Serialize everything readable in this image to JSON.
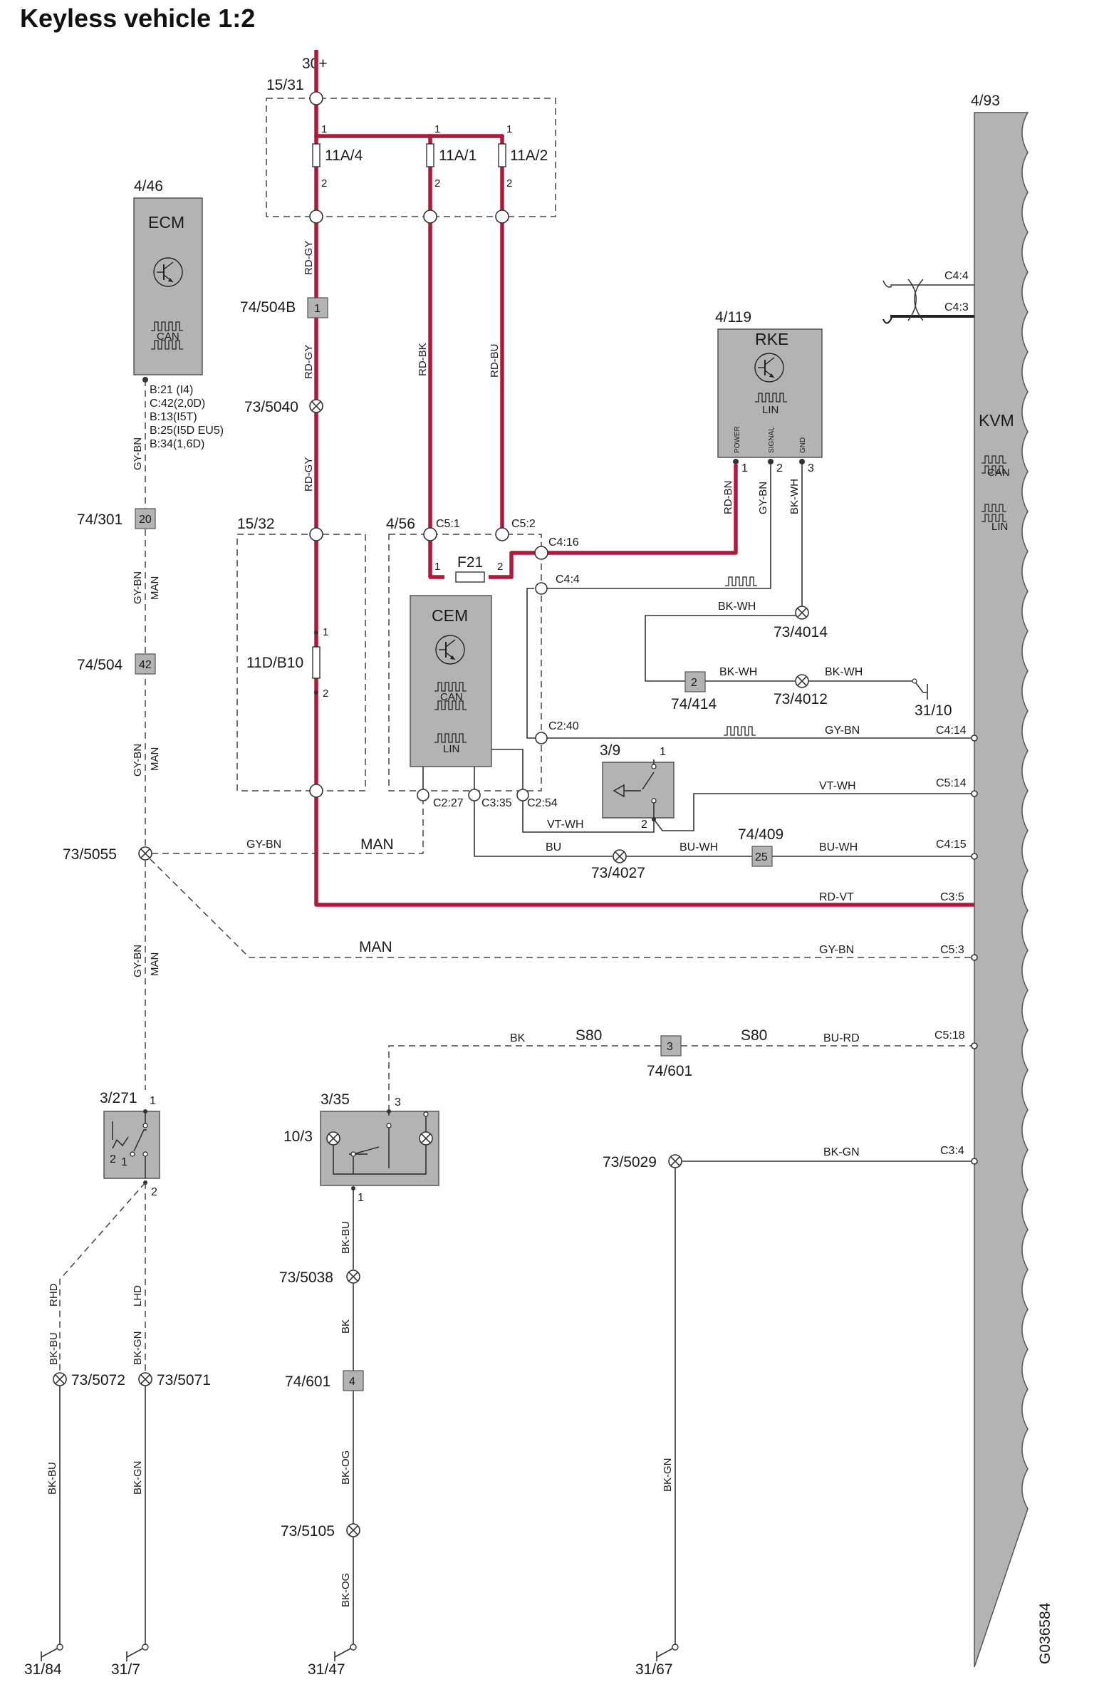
{
  "title": "Keyless vehicle 1:2",
  "figure_id": "G036584",
  "modules": {
    "ecm": {
      "ref": "4/46",
      "name": "ECM",
      "bus": "CAN"
    },
    "rke": {
      "ref": "4/119",
      "name": "RKE",
      "bus": "LIN",
      "pin_power": "POWER",
      "pin_signal": "SIGNAL",
      "pin_gnd": "GND"
    },
    "cem": {
      "ref": "4/56",
      "name": "CEM",
      "bus1": "CAN",
      "bus2": "LIN"
    },
    "kvm": {
      "ref": "4/93",
      "name": "KVM",
      "bus1": "CAN",
      "bus2": "LIN"
    }
  },
  "ecm_pins": [
    "B:21 (I4)",
    "C:42(2,0D)",
    "B:13(I5T)",
    "B:25(I5D EU5)",
    "B:34(1,6D)"
  ],
  "fuse_box_1": {
    "ref": "15/31",
    "supply": "30+",
    "fuses": [
      "11A/4",
      "11A/1",
      "11A/2"
    ]
  },
  "fuse_box_2": {
    "ref": "15/32",
    "fuse": "11D/B10"
  },
  "cem_fuse": "F21",
  "pins": {
    "p1": "1",
    "p2": "2",
    "p3": "3",
    "p4": "4",
    "p20": "20",
    "p25": "25",
    "p42": "42"
  },
  "connectors": {
    "c5_1": "C5:1",
    "c5_2": "C5:2",
    "c4_16": "C4:16",
    "c4_4": "C4:4",
    "c2_40": "C2:40",
    "c2_27": "C2:27",
    "c3_35": "C3:35",
    "c2_54": "C2:54",
    "kvm_c4_4": "C4:4",
    "kvm_c4_3": "C4:3",
    "kvm_c4_14": "C4:14",
    "kvm_c5_14": "C5:14",
    "kvm_c4_15": "C4:15",
    "kvm_c3_5": "C3:5",
    "kvm_c5_3": "C5:3",
    "kvm_c5_18": "C5:18",
    "kvm_c3_4": "C3:4"
  },
  "splices": {
    "s504b": "74/504B",
    "s5040": "73/5040",
    "s301": "74/301",
    "s504": "74/504",
    "s5055": "73/5055",
    "s4014": "73/4014",
    "s414": "74/414",
    "s4012": "73/4012",
    "s409": "74/409",
    "s4027": "73/4027",
    "s601a": "74/601",
    "s601b": "74/601",
    "s5029": "73/5029",
    "s5038": "73/5038",
    "s5072": "73/5072",
    "s5071": "73/5071",
    "s5105": "73/5105"
  },
  "components": {
    "switch_3_9": "3/9",
    "switch_3_271": "3/271",
    "switch_3_35": "3/35",
    "lamp_10_3": "10/3"
  },
  "grounds": [
    "31/10",
    "31/84",
    "31/7",
    "31/47",
    "31/67"
  ],
  "wire_colors": {
    "rd_gy": "RD-GY",
    "rd_bk": "RD-BK",
    "rd_bu": "RD-BU",
    "rd_bn": "RD-BN",
    "gy_bn": "GY-BN",
    "bk_wh": "BK-WH",
    "vt_wh": "VT-WH",
    "bu": "BU",
    "bu_wh": "BU-WH",
    "rd_vt": "RD-VT",
    "bk": "BK",
    "bu_rd": "BU-RD",
    "bk_gn": "BK-GN",
    "bk_bu": "BK-BU",
    "bk_og": "BK-OG"
  },
  "annotations": {
    "man": "MAN",
    "s80": "S80",
    "rhd": "RHD",
    "lhd": "LHD"
  },
  "colors": {
    "power_wire": "#b01a3a",
    "module_fill": "#b3b3b3",
    "wire": "#333333"
  }
}
